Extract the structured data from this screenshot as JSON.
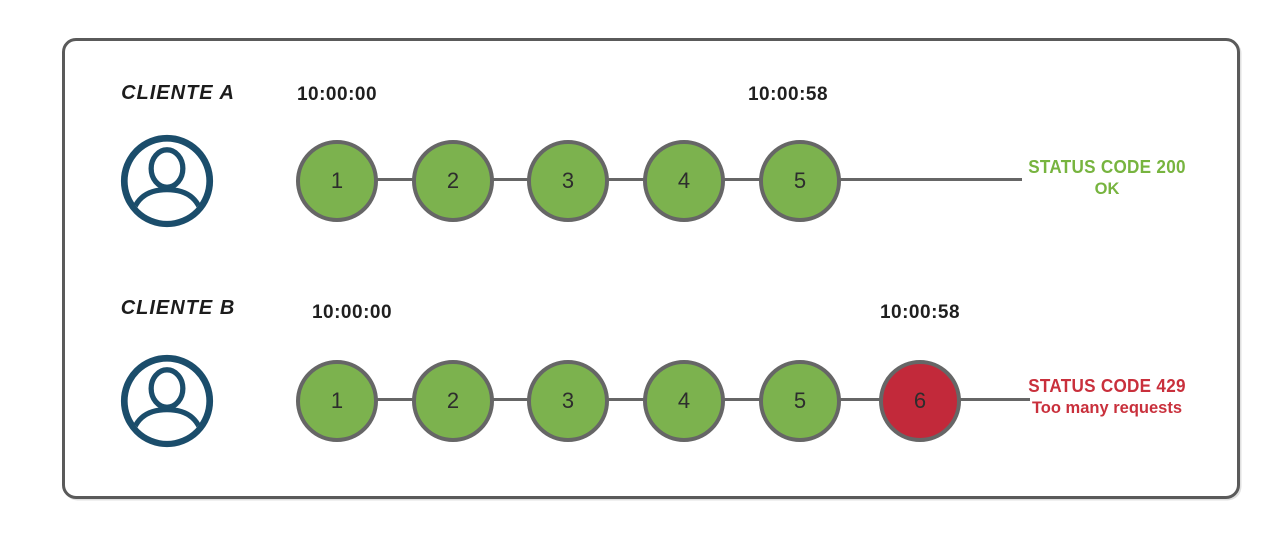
{
  "diagram": {
    "title_semantic": "rate-limit-comparison-diagram",
    "rows": [
      {
        "client_label": "CLIENTE A",
        "start_time": "10:00:00",
        "end_time": "10:00:58",
        "requests": [
          "1",
          "2",
          "3",
          "4",
          "5"
        ],
        "status_code_text": "STATUS CODE 200",
        "status_message": "OK",
        "status_type": "success"
      },
      {
        "client_label": "CLIENTE B",
        "start_time": "10:00:00",
        "end_time": "10:00:58",
        "requests": [
          "1",
          "2",
          "3",
          "4",
          "5",
          "6"
        ],
        "blocked_request": "6",
        "status_code_text": "STATUS CODE 429",
        "status_message": "Too many requests",
        "status_type": "error"
      }
    ],
    "icons": [
      {
        "name": "user-avatar-icon",
        "meaning": "client user silhouette in circle"
      }
    ],
    "colors": {
      "request_ok_fill": "#7CB24E",
      "request_blocked_fill": "#C2293A",
      "circle_border": "#666666",
      "timeline": "#666666",
      "frame_border": "#5a5a5a",
      "status_success_text": "#77B43F",
      "status_error_text": "#C9303C",
      "avatar_stroke": "#1B4D6B",
      "text_dark": "#1f1f1f"
    }
  }
}
